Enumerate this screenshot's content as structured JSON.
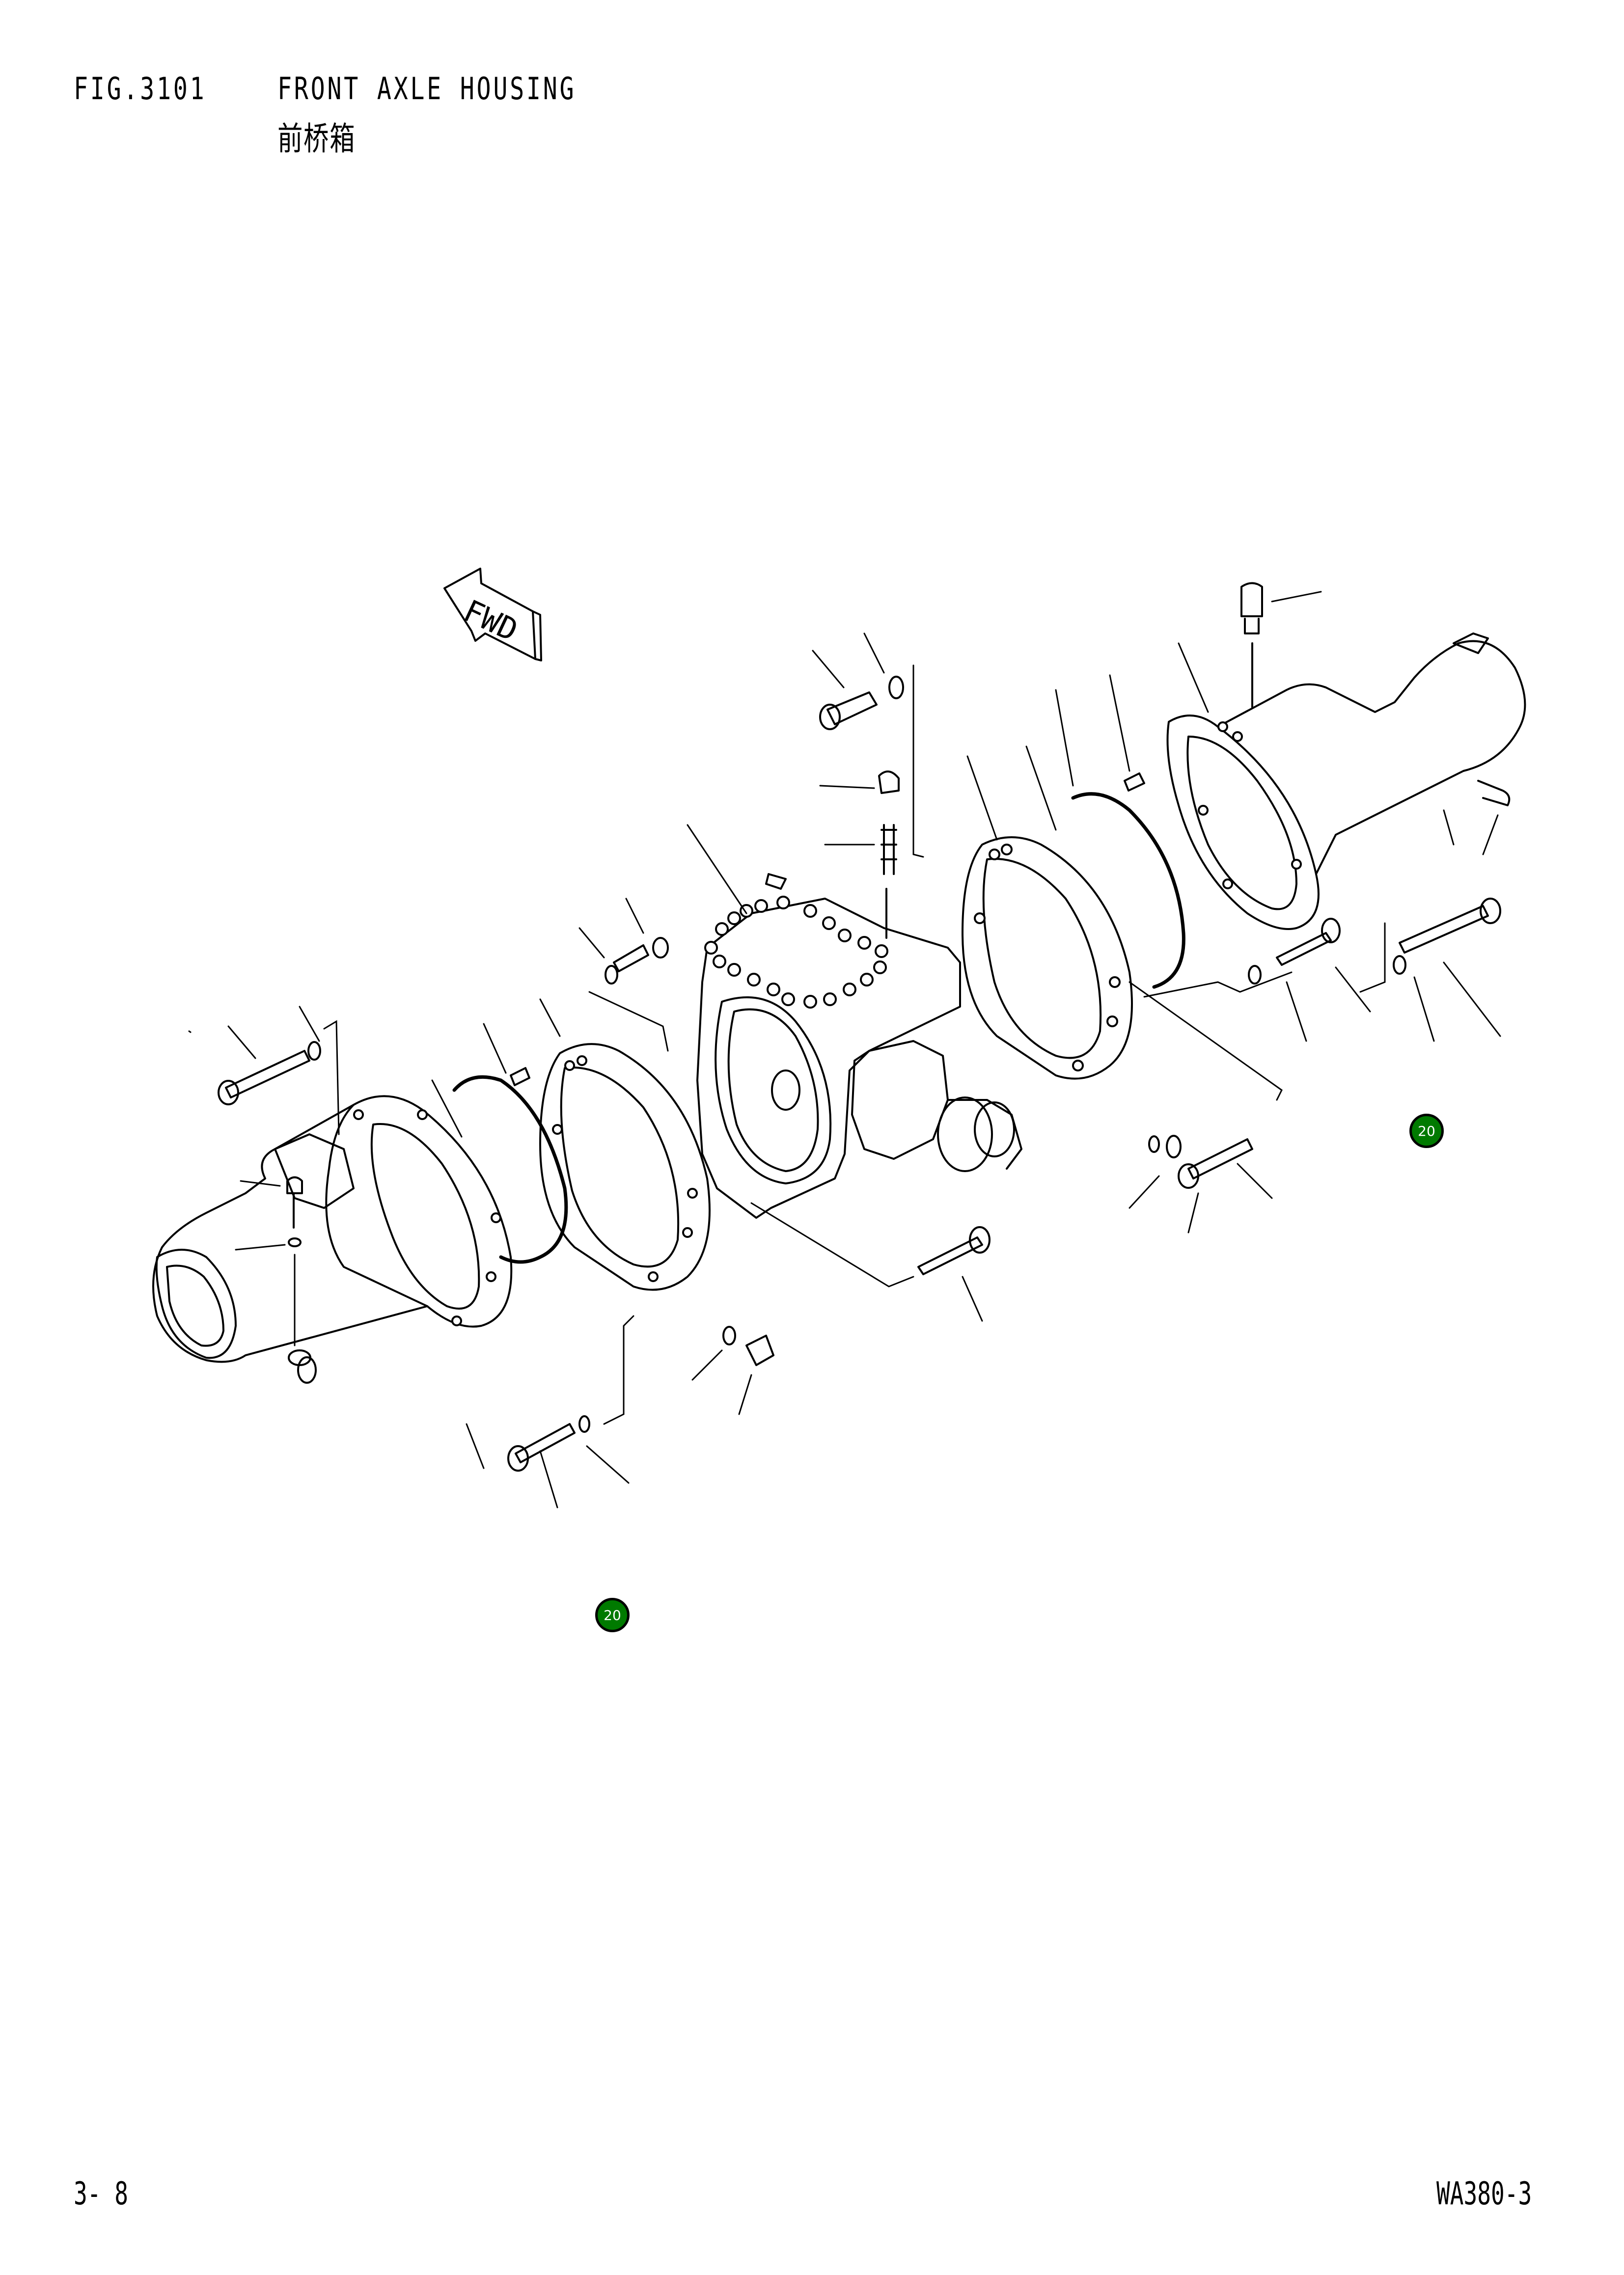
{
  "header": {
    "figure_number": "FIG.3101",
    "title": "FRONT AXLE HOUSING",
    "subtitle_cn": "前桥箱"
  },
  "diagram": {
    "type": "exploded-parts-view",
    "direction_marker": {
      "label": "FWD",
      "icon": "forward-arrow-icon"
    },
    "components": [
      "left-axle-housing",
      "left-seal-ring",
      "left-o-ring",
      "left-dowel-pin",
      "left-bolts-and-washers",
      "left-breather-plug",
      "differential-carrier",
      "input-flange",
      "breather-fitting",
      "right-seal-ring",
      "right-o-ring",
      "right-dowel-pin",
      "right-axle-housing",
      "right-breather-plug",
      "right-bolts-and-washers",
      "drain-plug"
    ],
    "callouts": [
      {
        "label": "20",
        "color": "#007a00"
      },
      {
        "label": "20",
        "color": "#007a00"
      }
    ]
  },
  "footer": {
    "page_number": "3- 8",
    "model_code": "WA380-3"
  }
}
